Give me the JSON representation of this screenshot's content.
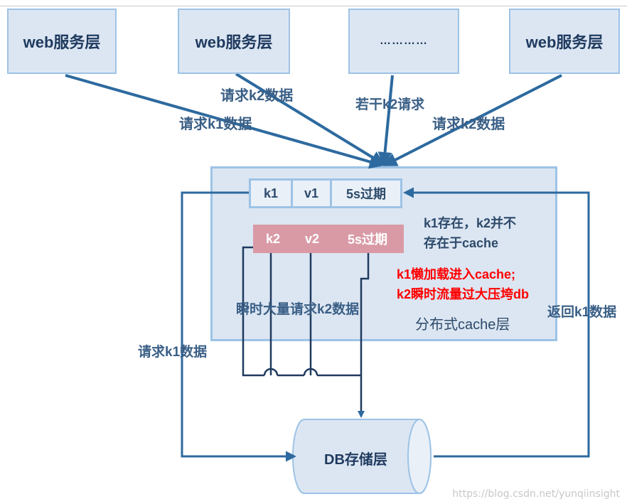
{
  "top_boxes": [
    "web服务层",
    "web服务层",
    "…………",
    "web服务层"
  ],
  "edge_labels": {
    "req_k2_top": "请求k2数据",
    "req_k1_top": "请求k1数据",
    "several_k2": "若干k2请求",
    "req_k2_right": "请求k2数据",
    "burst_k2": "瞬时大量请求k2数据",
    "req_k1_left": "请求k1数据",
    "return_k1": "返回k1数据"
  },
  "cache_row_k1": [
    "k1",
    "v1",
    "5s过期"
  ],
  "cache_row_k2": [
    "k2",
    "v2",
    "5s过期"
  ],
  "notes": {
    "line1": "k1存在，k2并不",
    "line2": "存在于cache"
  },
  "red_notes": {
    "line1": "k1懒加载进入cache;",
    "line2": "k2瞬时流量过大压垮db"
  },
  "cache_layer_label": "分布式cache层",
  "db_label": "DB存储层",
  "watermark": "https://blog.csdn.net/yunqiinsight",
  "colors": {
    "arrow": "#2d6a9f",
    "box_fill": "#dce6f2",
    "box_border": "#9dc3e6",
    "k2_row": "#d99aa6",
    "red_text": "#ff0000"
  }
}
